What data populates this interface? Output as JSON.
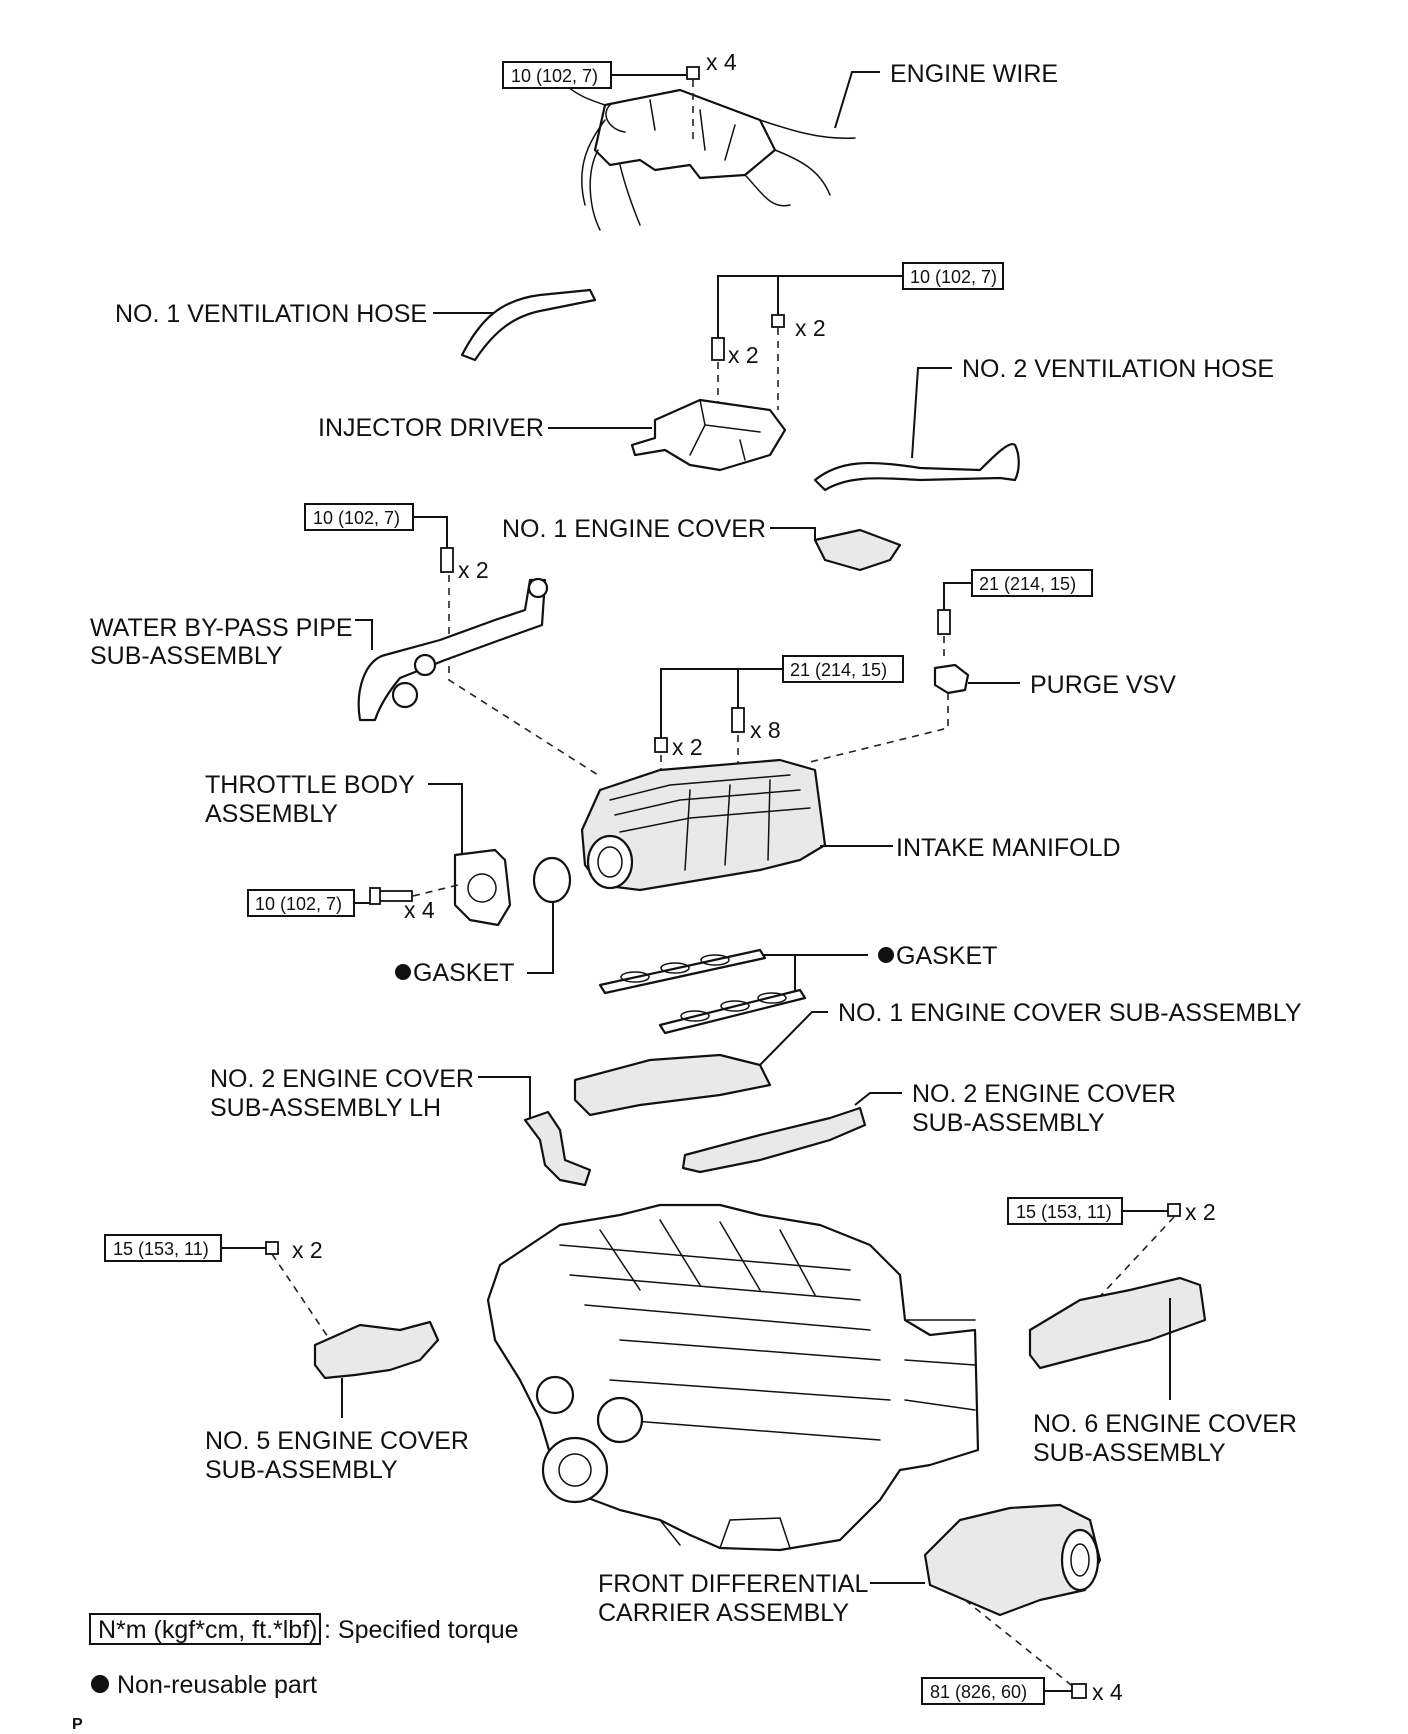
{
  "labels": {
    "engine_wire": "ENGINE WIRE",
    "no1_ventilation_hose": "NO. 1 VENTILATION HOSE",
    "injector_driver": "INJECTOR DRIVER",
    "no2_ventilation_hose": "NO. 2 VENTILATION HOSE",
    "no1_engine_cover": "NO. 1 ENGINE COVER",
    "water_bypass_pipe_1": "WATER BY-PASS PIPE",
    "water_bypass_pipe_2": "SUB-ASSEMBLY",
    "purge_vsv": "PURGE VSV",
    "throttle_body_1": "THROTTLE BODY",
    "throttle_body_2": "ASSEMBLY",
    "intake_manifold": "INTAKE MANIFOLD",
    "gasket_left": "GASKET",
    "gasket_right": "GASKET",
    "no1_engine_cover_sub": "NO. 1 ENGINE COVER SUB-ASSEMBLY",
    "no2_engine_cover_lh_1": "NO. 2 ENGINE COVER",
    "no2_engine_cover_lh_2": "SUB-ASSEMBLY LH",
    "no2_engine_cover_sub_1": "NO. 2 ENGINE COVER",
    "no2_engine_cover_sub_2": "SUB-ASSEMBLY",
    "no5_engine_cover_1": "NO. 5 ENGINE COVER",
    "no5_engine_cover_2": "SUB-ASSEMBLY",
    "no6_engine_cover_1": "NO. 6 ENGINE COVER",
    "no6_engine_cover_2": "SUB-ASSEMBLY",
    "front_diff_1": "FRONT DIFFERENTIAL",
    "front_diff_2": "CARRIER ASSEMBLY"
  },
  "torques": {
    "engine_wire": "10 (102, 7)",
    "injector_driver": "10 (102, 7)",
    "water_bypass": "10 (102, 7)",
    "purge_vsv": "21 (214, 15)",
    "intake_manifold": "21 (214, 15)",
    "throttle_body": "10 (102, 7)",
    "no6_cover": "15 (153, 11)",
    "no5_cover": "15 (153, 11)",
    "front_diff": "81 (826, 60)"
  },
  "quantities": {
    "engine_wire": "x 4",
    "injector_nut": "x 2",
    "injector_bolt": "x 2",
    "water_bypass": "x 2",
    "manifold_nut": "x 2",
    "manifold_bolt": "x 8",
    "throttle_body": "x 4",
    "no6_cover": "x 2",
    "no5_cover": "x 2",
    "front_diff": "x 4"
  },
  "legend": {
    "torque_box": "N*m (kgf*cm, ft.*lbf)",
    "torque_desc": ": Specified torque",
    "non_reusable": "Non-reusable part"
  },
  "footer": {
    "code": "P"
  }
}
